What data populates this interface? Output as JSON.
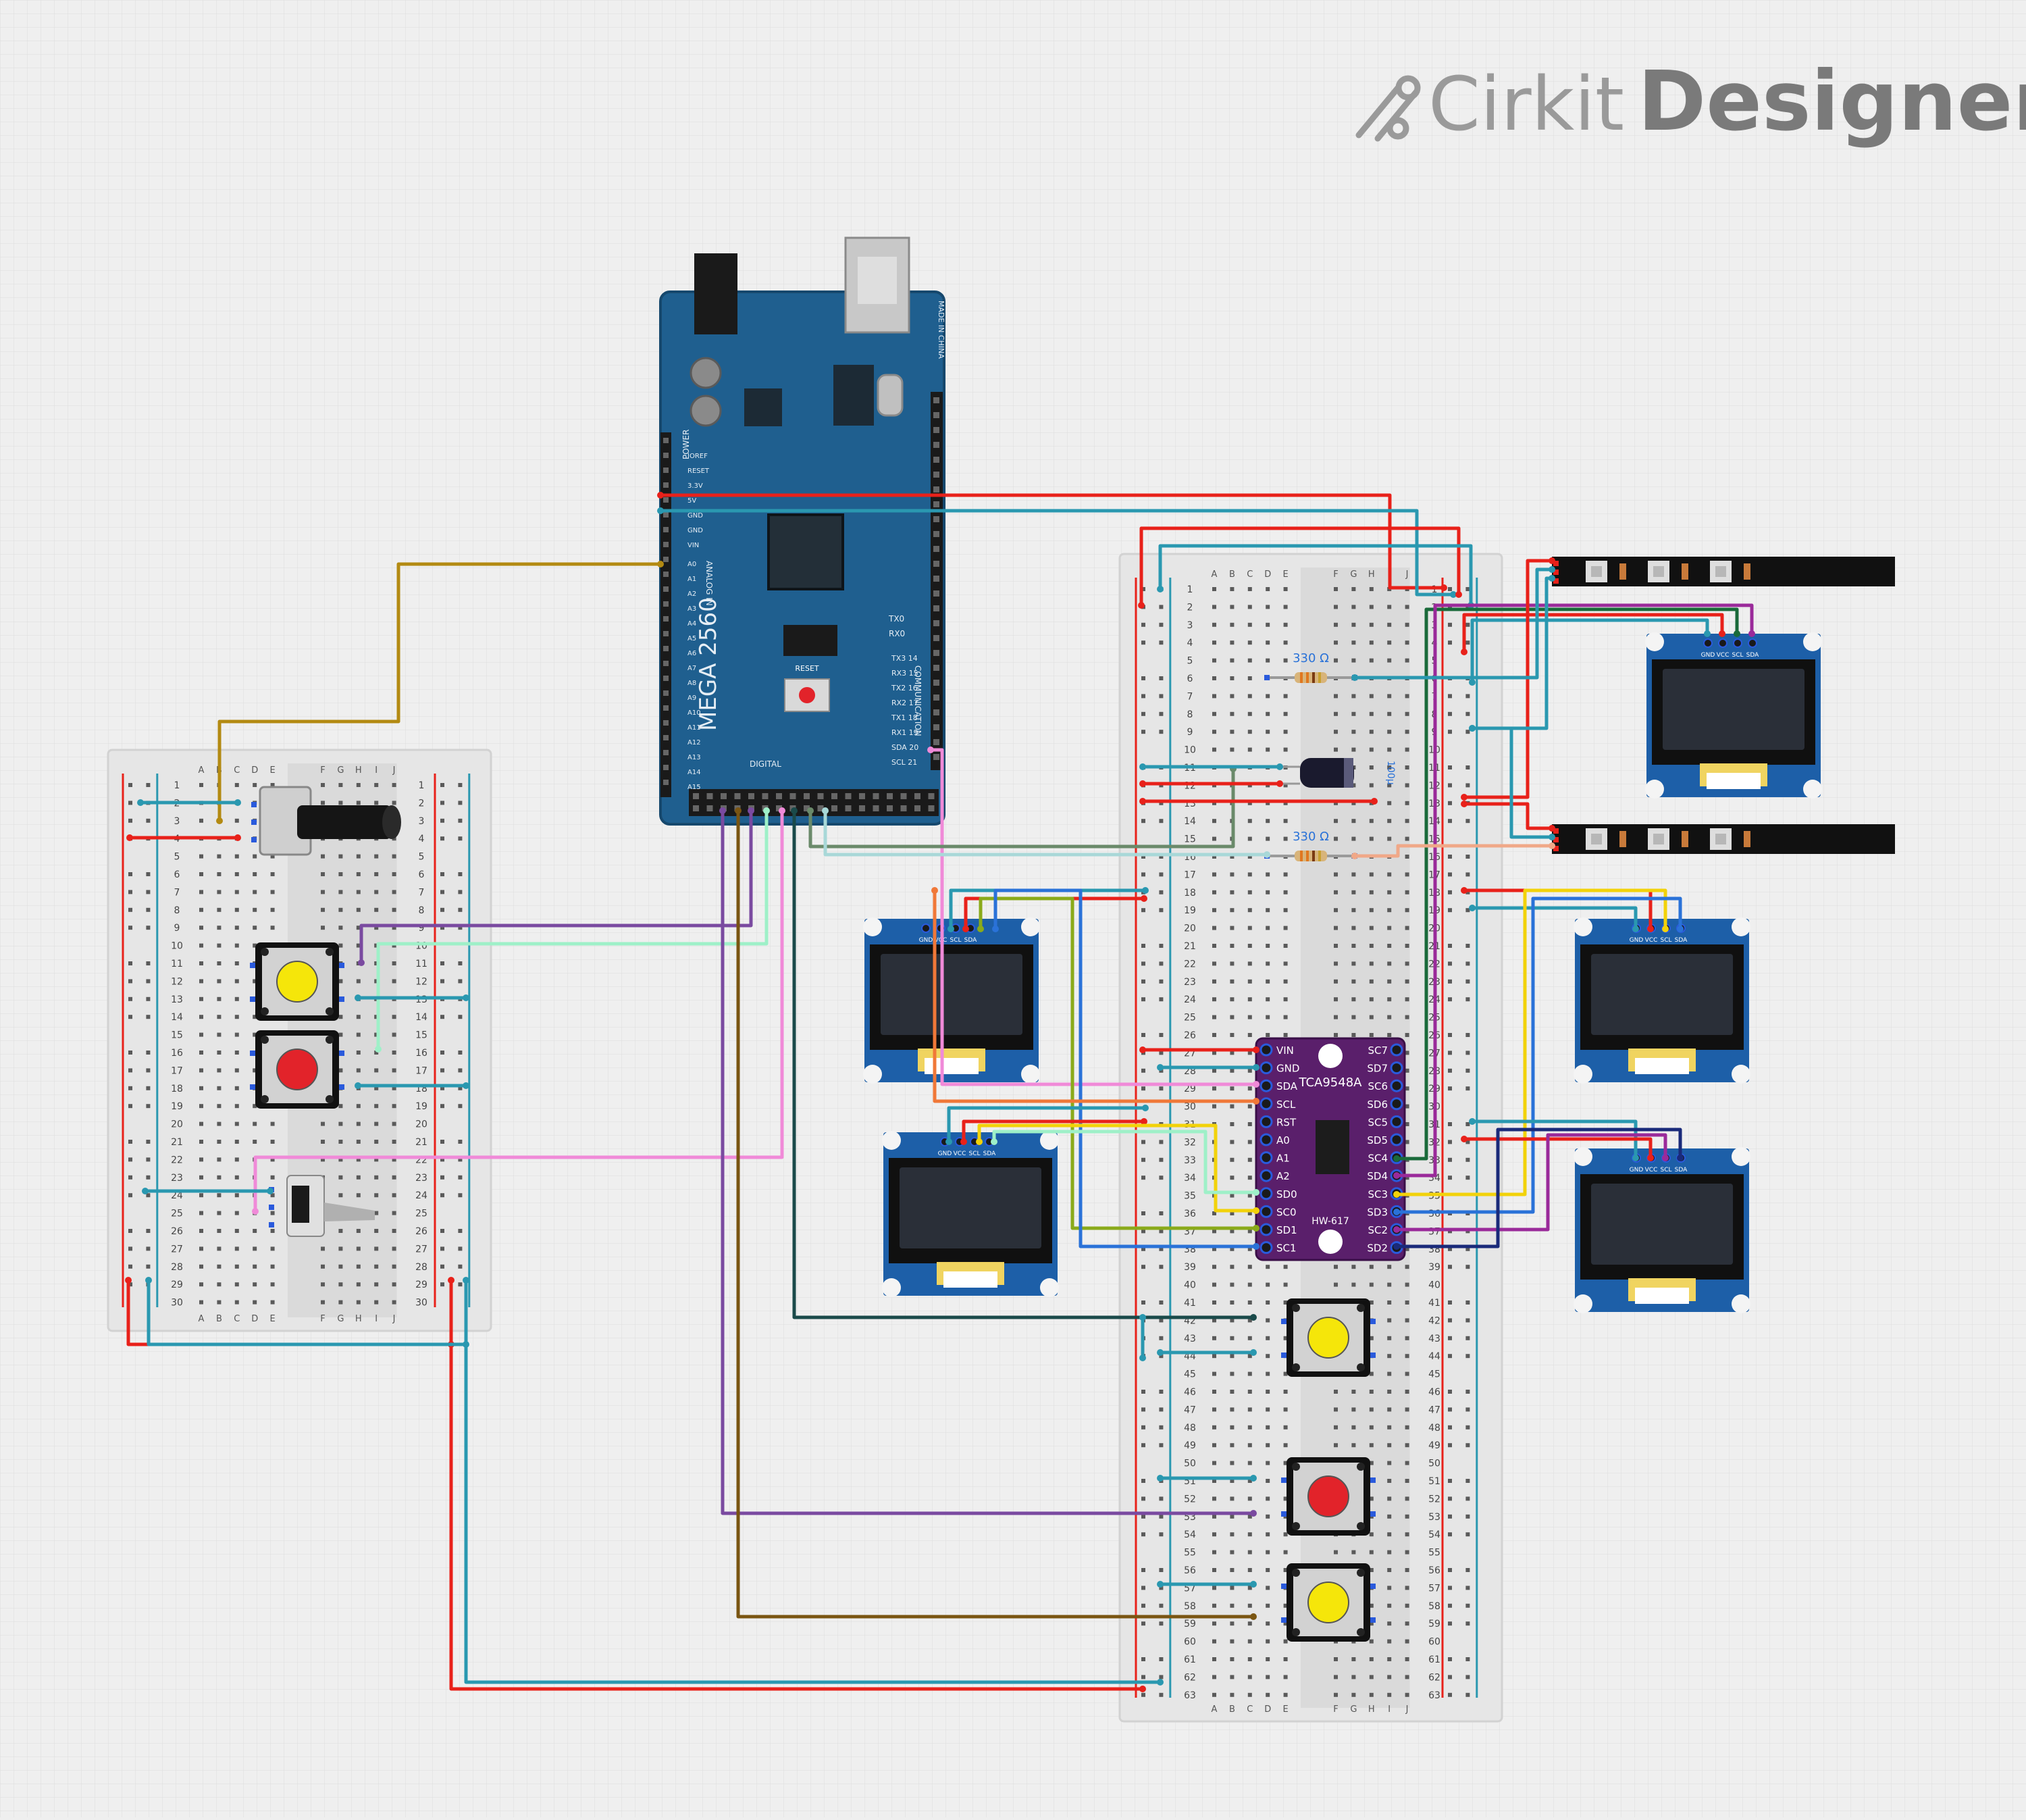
{
  "brand": {
    "name_part1": "Cirkit",
    "name_part2": "Designer",
    "logo_color": "#8f8f8f"
  },
  "breadboard_columns": {
    "left": [
      "A",
      "B",
      "C",
      "D",
      "E"
    ],
    "right": [
      "F",
      "G",
      "H",
      "I",
      "J"
    ]
  },
  "small_breadboard": {
    "rows": 30
  },
  "large_breadboard": {
    "rows": 63
  },
  "arduino": {
    "model": "MEGA 2560",
    "reset_label": "RESET",
    "digital_label": "DIGITAL",
    "analog_label": "ANALOG IN",
    "power_label": "POWER",
    "comm_label": "COMMUNICATION",
    "made_in": "MADE IN CHINA",
    "power_pins": [
      "IOREF",
      "RESET",
      "3.3V",
      "5V",
      "GND",
      "GND",
      "VIN"
    ],
    "analog_pins": [
      "A0",
      "A1",
      "A2",
      "A3",
      "A4",
      "A5",
      "A6",
      "A7",
      "A8",
      "A9",
      "A10",
      "A11",
      "A12",
      "A13",
      "A14",
      "A15"
    ],
    "comm_pins": [
      "TX3 14",
      "RX3 15",
      "TX2 16",
      "RX2 17",
      "TX1 18",
      "RX1 19",
      "SDA 20",
      "SCL 21"
    ],
    "tx_rx": [
      "TX0",
      "RX0"
    ]
  },
  "multiplexer": {
    "chip": "TCA9548A",
    "module": "HW-617",
    "left_pins": [
      "VIN",
      "GND",
      "SDA",
      "SCL",
      "RST",
      "A0",
      "A1",
      "A2",
      "SD0",
      "SC0",
      "SD1",
      "SC1"
    ],
    "right_pins": [
      "SC7",
      "SD7",
      "SC6",
      "SD6",
      "SC5",
      "SD5",
      "SC4",
      "SD4",
      "SC3",
      "SD3",
      "SC2",
      "SD2"
    ]
  },
  "oled_pins": [
    "GND",
    "VCC",
    "SCL",
    "SDA"
  ],
  "resistor_label": "330 Ω",
  "capacitor_label": "100µ",
  "colors": {
    "board_blue": "#1f5f8f",
    "mux_purple": "#5a1f6b",
    "wire_red": "#e8211a",
    "wire_teal": "#2a98b0",
    "wire_gold": "#b38a12",
    "wire_purple": "#7a4aa0",
    "wire_brown": "#7a5512",
    "wire_pink": "#f08ad8",
    "wire_mint": "#9ef0c8",
    "wire_green": "#6a8a6a",
    "wire_yellow": "#f2d20a",
    "wire_orange": "#f07838",
    "wire_blue": "#2a72d8",
    "wire_navy": "#1a2a7a",
    "wire_magenta": "#9a2a9a",
    "wire_darkgreen": "#1a6a3a",
    "wire_darkteal": "#1a4a4a",
    "wire_olive": "#8aaa1a",
    "button_yellow": "#f5e60a",
    "button_red": "#e2232a"
  }
}
